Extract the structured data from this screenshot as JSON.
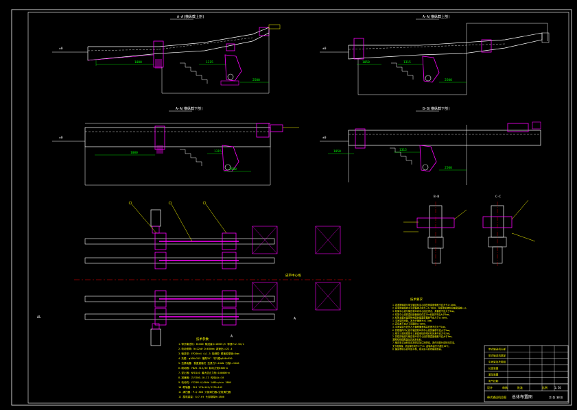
{
  "drawing": {
    "background": "#000000",
    "colors": {
      "frame": "#ffffff",
      "structure": "#ff00ff",
      "line": "#ffffff",
      "dimension": "#00ff00",
      "label": "#ffff00",
      "centerline": "#ff0000",
      "hatch": "#ff00ff",
      "leader": "#ffff00",
      "blue": "#3a5bff"
    },
    "views": {
      "view_tl_title": "A-A(横纵截上剖)",
      "view_tr_title": "A-A(横纵截上剖)",
      "view_ml_title": "A-A(横纵截下剖)",
      "view_mr_title": "B-B(横纵截下剖)",
      "section_b_title": "B-B",
      "section_c_title": "C-C"
    },
    "dims": {
      "level": "±0",
      "d1000": "1000",
      "d1315": "1315",
      "d2500": "2500",
      "d1050": "1050",
      "d1000b": "1000"
    },
    "plan": {
      "axis_label": "皮带中心线",
      "left_mark": "AL",
      "right_mark": "A",
      "bottom_mark": "A"
    },
    "tech_params": {
      "title": "技术参数",
      "lines": [
        "1.带式输送机：B=800 输送量Q=1000t/h 带速V=2.5m/s",
        "2.电动滚筒：N=22kW D=630mm 减速比i=22.4",
        "3.输送带：EP200×4 4+1.5 阻燃带 覆盖胶厚度=5mm",
        "4.托辊：φ108×315 槽角35° 平托辊φ108×950",
        "5.拉紧装置：垂直重锤式 拉紧力F=18kN 行程L=1500",
        "6.制动器：YWZ5-315/30 制动力矩630N·m",
        "7.逆止器：NYD140 最大逆止力矩=10000N·m",
        "8.减速器：ZLY280-10-II 传动比i=10",
        "9.电动机：Y225M-4/45kW 1480r/min 380V",
        "10.联轴器：ZL5 Y70×142/J170×142",
        "11.清扫器：P-Q 800 头部清扫器+空段清扫器",
        "12.整机重量：G=7.6t 头部钢架H=1800"
      ]
    },
    "notes": {
      "title": "技术要求",
      "lines": [
        "1.各滚筒轴线与带式输送机中心线的垂直度偏差不应大于2/1000。",
        "2.各滚筒轴线的水平度偏差不应大于1/1000，托辊架安装的同轴度误差<±1。",
        "3.机架中心线与输送机纵向中心线应重合，其偏差不应大于3mm。",
        "4.机架中心线的直线度偏差在任意25m长度内不应大于5mm。",
        "5.机架支腿对建筑物地面的垂直度偏差不应大于2/1000。",
        "  1.中间架的间距，其允许偏差为±1.5mm；",
        "  2.高低差不应大于间距的2/1000；",
        "  3.中间架接头处的左右偏移偏差和高低差不应大于1mm。",
        "6.托辊横向中心线与输送机纵向中心线的偏移不应大于3mm。",
        "  1.相邻三组托辊辊子上表面母线的相对标高差不应大于2mm。",
        "  2.托辊的轴线与输送机纵向中心线的垂直度偏差不应大于3mm，",
        "  滚筒和托辊表面应清洁无毛刺。",
        "7.输送机试运转前应按规定加注润滑油，各传动部分应转动灵活，",
        "  无卡阻现象 试运转时间不少于2h 各轴承温升不超过40℃。",
        "8.输送带接头应牢固平整，接头处不应有翘曲现象。"
      ]
    },
    "title_block": {
      "drawing_name": "总体布置图",
      "design_label": "设计",
      "check_label": "审核",
      "approve_label": "批准",
      "scale_label": "比例",
      "scale": "1:50",
      "sheet_label": "共1张 第1张",
      "company": "带式输送机总图",
      "rows": [
        "带式输送机头部",
        "带式输送机尾部",
        "中间架及托辊组",
        "拉紧装置",
        "驱动装置",
        "电气控制"
      ]
    }
  }
}
